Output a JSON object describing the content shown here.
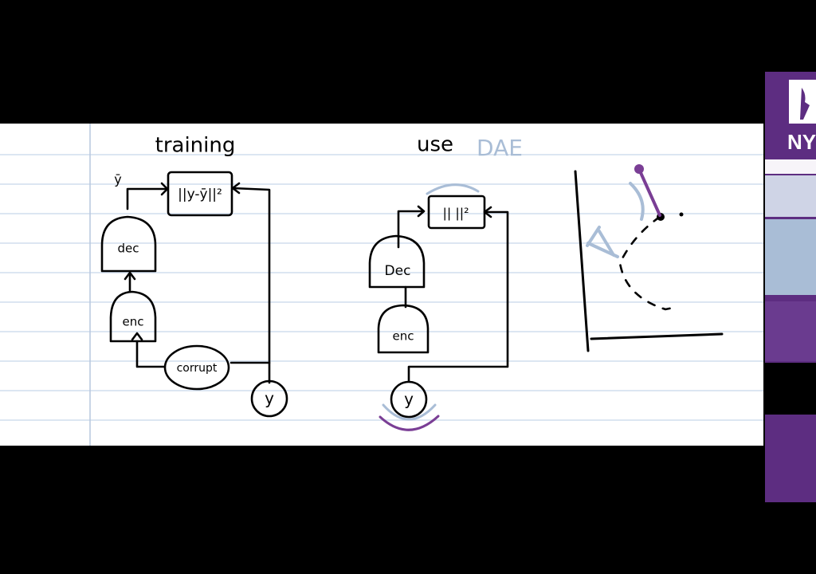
{
  "training_diagram": {
    "title": "training",
    "output_label": "ȳ",
    "loss_box": "||y-ȳ||²",
    "dec_label": "dec",
    "enc_label": "enc",
    "corrupt_label": "corrupt",
    "input_label": "y"
  },
  "use_diagram": {
    "title": "use",
    "title_suffix": "DAE",
    "loss_box": "||  ||²",
    "dec_label": "Dec",
    "enc_label": "enc",
    "input_label": "y"
  },
  "sidebar": {
    "logo_text": "NY"
  },
  "colors": {
    "sidebar_purple": "#5d2d81",
    "sketch_purple": "#7a3e95",
    "light_blue": "#a9bdd6",
    "rule_blue": "#c6d6ea"
  }
}
